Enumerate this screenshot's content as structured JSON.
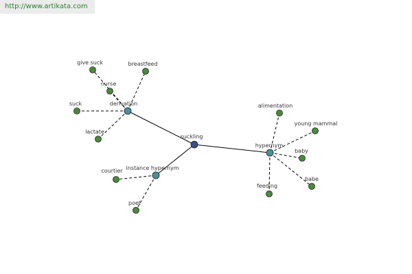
{
  "banner": {
    "url_text": "http://www.artikata.com"
  },
  "colors": {
    "leaf": "#4a8a3c",
    "relation": "#4b8f9a",
    "center": "#3b4d8a",
    "edge": "#000000"
  },
  "nodes": [
    {
      "id": "suckling",
      "label": "suckling",
      "kind": "center"
    },
    {
      "id": "derivation",
      "label": "derivation",
      "kind": "relation"
    },
    {
      "id": "hypernym",
      "label": "hypernym",
      "kind": "relation"
    },
    {
      "id": "instance-hypernym",
      "label": "instance hypernym",
      "kind": "relation"
    },
    {
      "id": "give-suck",
      "label": "give suck",
      "kind": "leaf"
    },
    {
      "id": "breastfeed",
      "label": "breastfeed",
      "kind": "leaf"
    },
    {
      "id": "nurse",
      "label": "nurse",
      "kind": "leaf"
    },
    {
      "id": "suck",
      "label": "suck",
      "kind": "leaf"
    },
    {
      "id": "lactate",
      "label": "lactate",
      "kind": "leaf"
    },
    {
      "id": "alimentation",
      "label": "alimentation",
      "kind": "leaf"
    },
    {
      "id": "young-mammal",
      "label": "young mammal",
      "kind": "leaf"
    },
    {
      "id": "baby",
      "label": "baby",
      "kind": "leaf"
    },
    {
      "id": "babe",
      "label": "babe",
      "kind": "leaf"
    },
    {
      "id": "feeding",
      "label": "feeding",
      "kind": "leaf"
    },
    {
      "id": "courtier",
      "label": "courtier",
      "kind": "leaf"
    },
    {
      "id": "poet",
      "label": "poet",
      "kind": "leaf"
    }
  ],
  "edges": [
    {
      "from": "suckling",
      "to": "derivation",
      "style": "solid"
    },
    {
      "from": "suckling",
      "to": "hypernym",
      "style": "solid"
    },
    {
      "from": "suckling",
      "to": "instance-hypernym",
      "style": "solid"
    },
    {
      "from": "derivation",
      "to": "give-suck",
      "style": "dashed"
    },
    {
      "from": "derivation",
      "to": "breastfeed",
      "style": "dashed"
    },
    {
      "from": "derivation",
      "to": "nurse",
      "style": "dashed"
    },
    {
      "from": "derivation",
      "to": "suck",
      "style": "dashed"
    },
    {
      "from": "derivation",
      "to": "lactate",
      "style": "dashed"
    },
    {
      "from": "hypernym",
      "to": "alimentation",
      "style": "dashed"
    },
    {
      "from": "hypernym",
      "to": "young-mammal",
      "style": "dashed"
    },
    {
      "from": "hypernym",
      "to": "baby",
      "style": "dashed"
    },
    {
      "from": "hypernym",
      "to": "babe",
      "style": "dashed"
    },
    {
      "from": "hypernym",
      "to": "feeding",
      "style": "dashed"
    },
    {
      "from": "instance-hypernym",
      "to": "courtier",
      "style": "dashed"
    },
    {
      "from": "instance-hypernym",
      "to": "poet",
      "style": "dashed"
    }
  ]
}
